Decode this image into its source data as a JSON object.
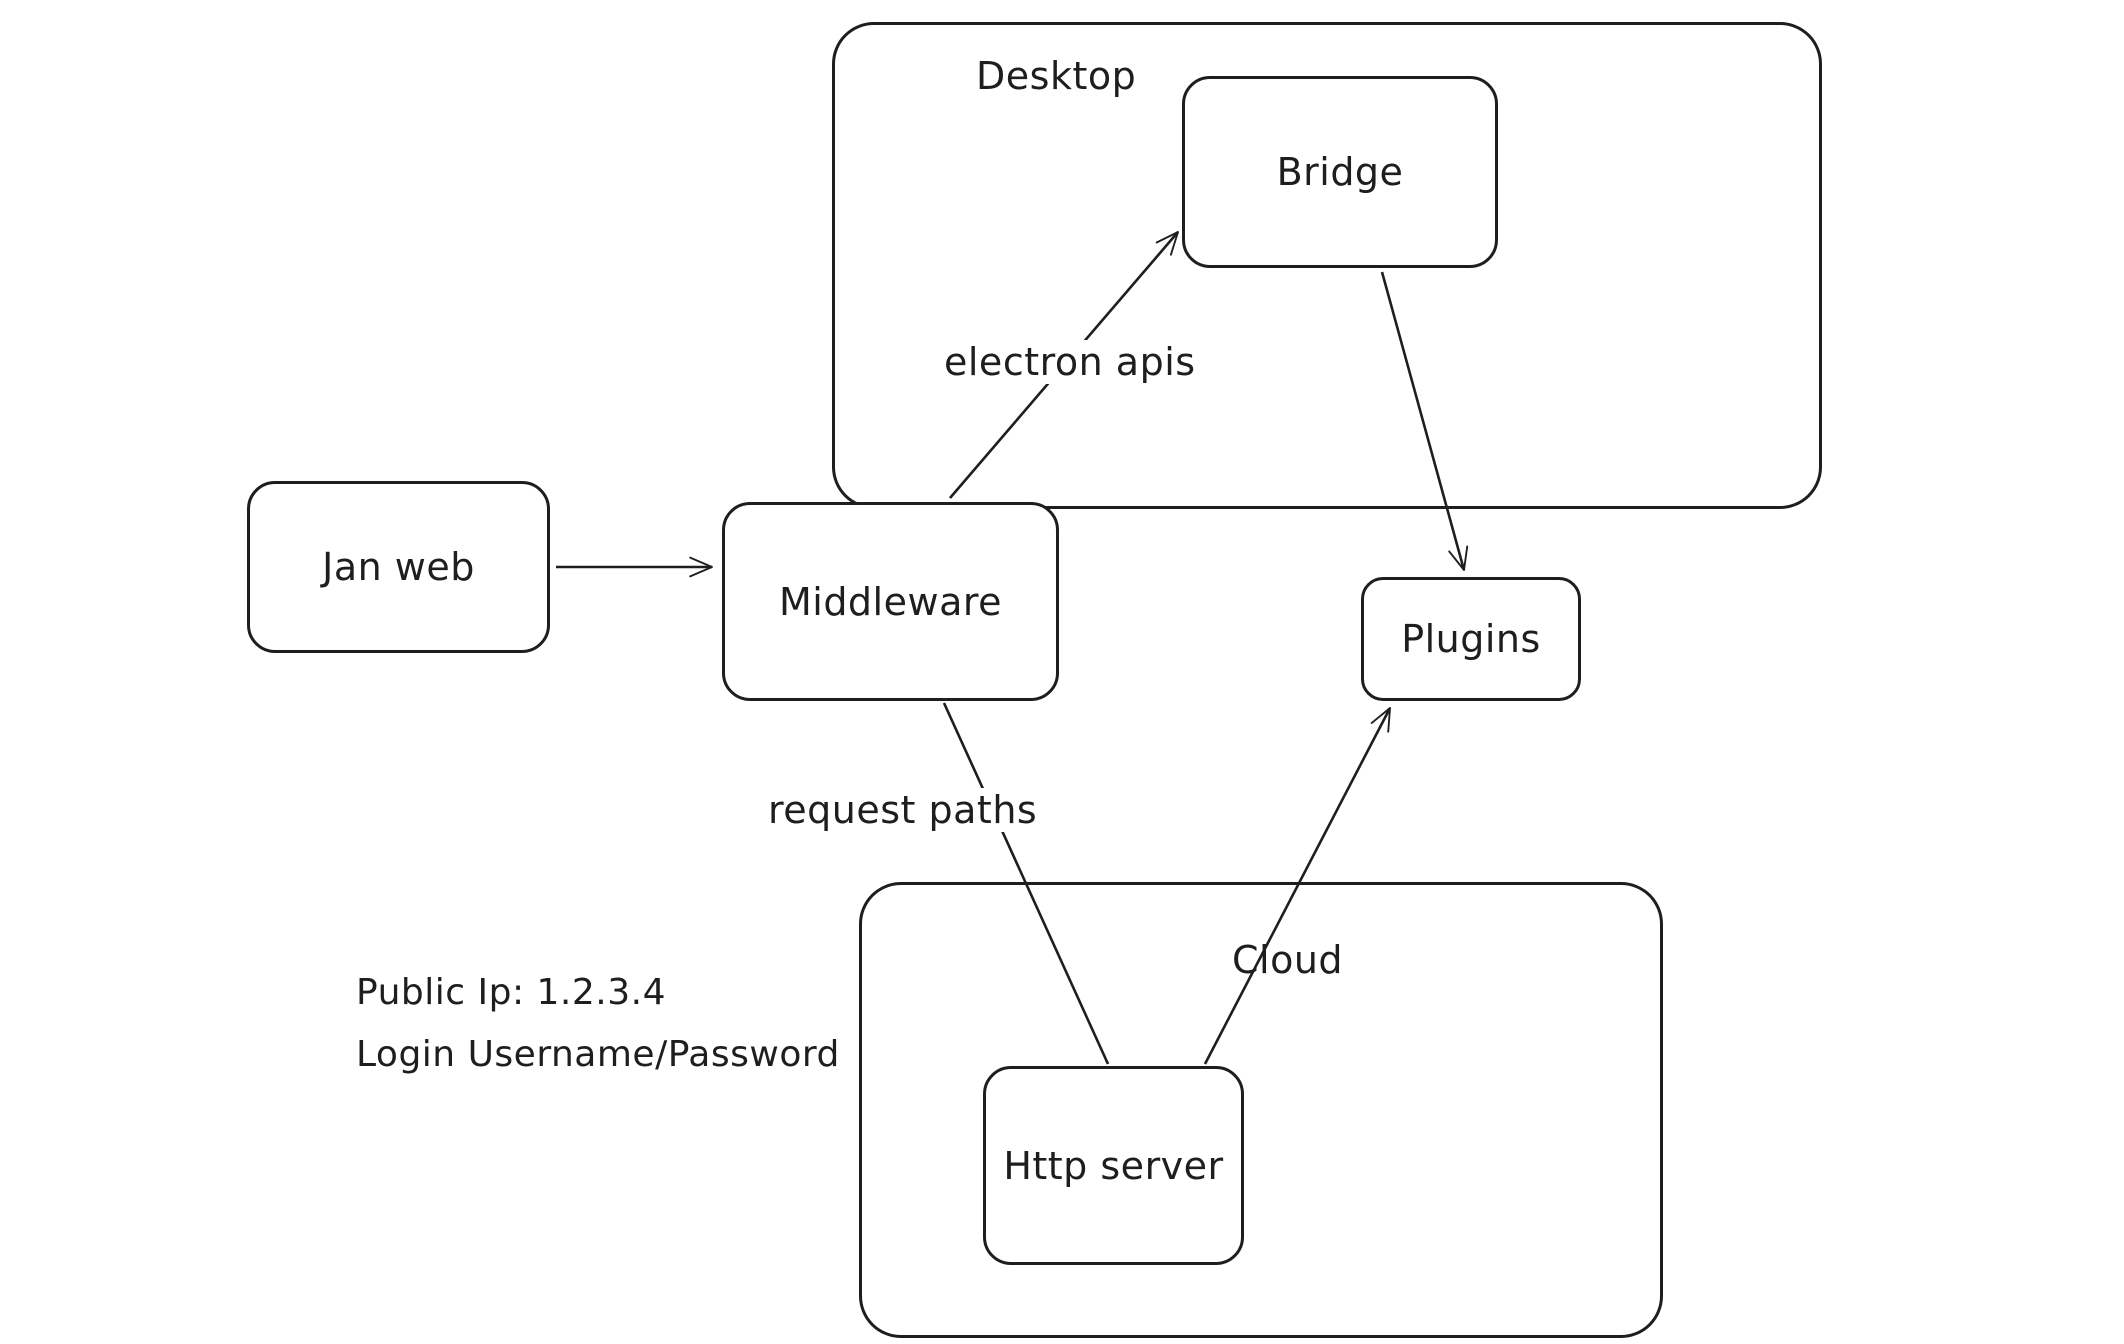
{
  "canvas": {
    "background_color": "#ffffff",
    "stroke_color": "#1e1e1e"
  },
  "containers": {
    "desktop": {
      "label": "Desktop"
    },
    "cloud": {
      "label": "Cloud"
    }
  },
  "nodes": {
    "jan_web": {
      "label": "Jan web"
    },
    "middleware": {
      "label": "Middleware"
    },
    "bridge": {
      "label": "Bridge"
    },
    "plugins": {
      "label": "Plugins"
    },
    "http_server": {
      "label": "Http server"
    }
  },
  "edge_labels": {
    "electron_apis": "electron apis",
    "request_paths": "request paths"
  },
  "edges": [
    {
      "from": "jan_web",
      "to": "middleware",
      "label": ""
    },
    {
      "from": "middleware",
      "to": "bridge",
      "label": "electron apis"
    },
    {
      "from": "bridge",
      "to": "plugins",
      "label": ""
    },
    {
      "from": "middleware",
      "to": "http_server",
      "label": "request paths"
    },
    {
      "from": "http_server",
      "to": "plugins",
      "label": ""
    }
  ],
  "annotations": {
    "public_ip": "Public Ip: 1.2.3.4",
    "login": "Login Username/Password"
  }
}
